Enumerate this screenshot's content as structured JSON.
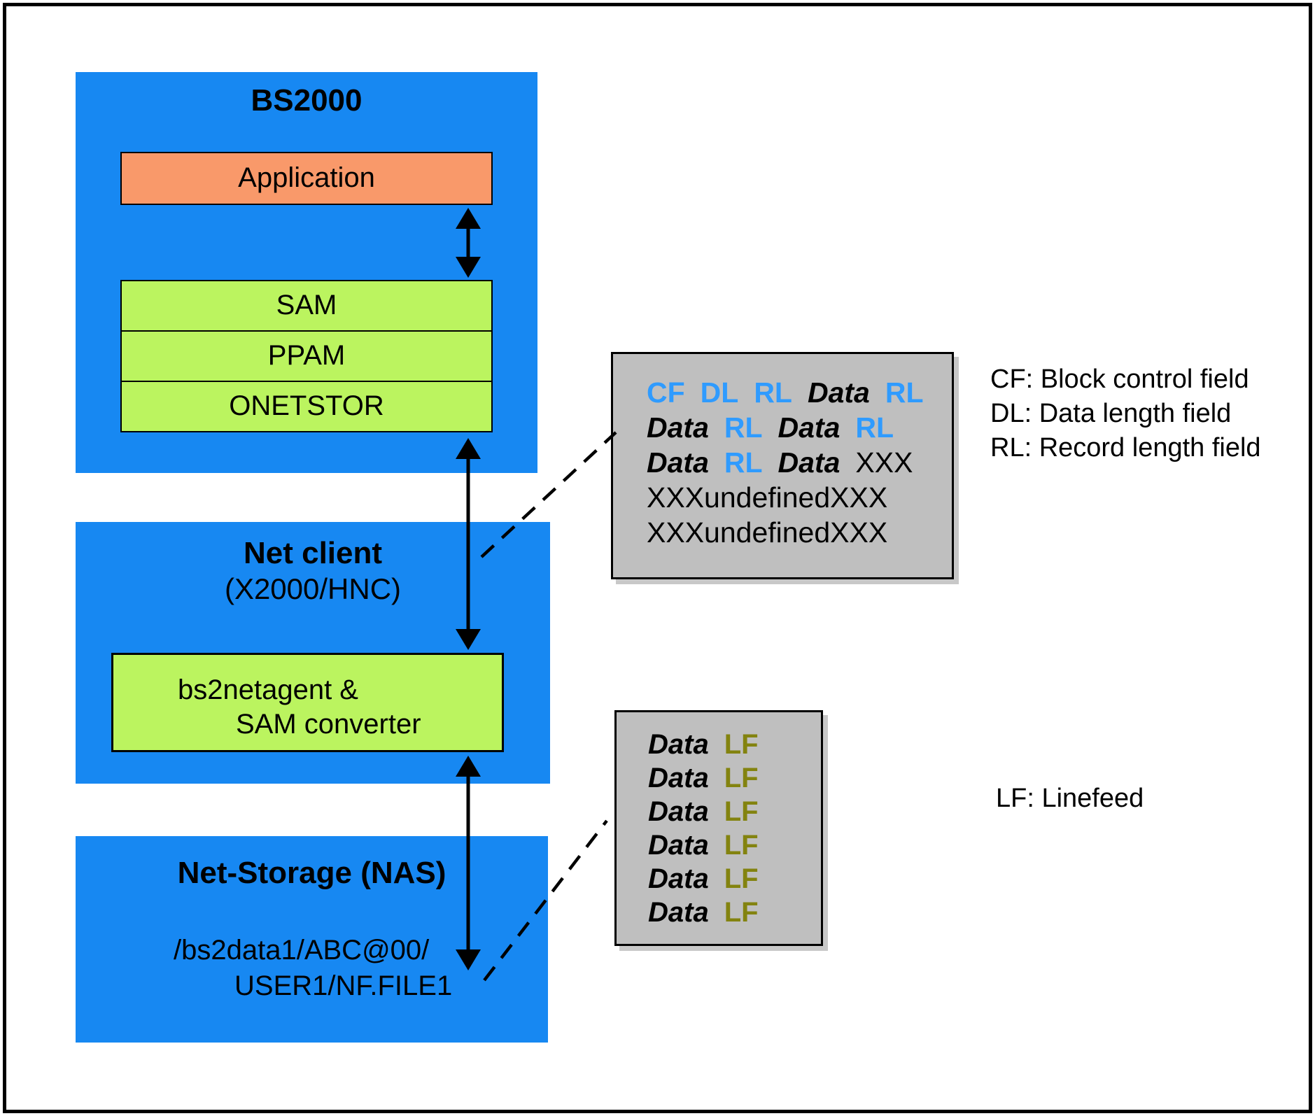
{
  "colors": {
    "box_blue": "#1788F2",
    "box_orange": "#F9996A",
    "box_green": "#BBF45F",
    "box_gray": "#BFBFBF",
    "token_blue": "#2F9BFF",
    "token_olive": "#83830F",
    "connector_black": "#000000"
  },
  "bs2000": {
    "title": "BS2000",
    "application_label": "Application",
    "layers": [
      "SAM",
      "PPAM",
      "ONETSTOR"
    ]
  },
  "net_client": {
    "title": "Net client",
    "subtitle": "(X2000/HNC)",
    "agent_line1": "bs2netagent &",
    "agent_line2": "SAM converter"
  },
  "net_storage": {
    "title": "Net-Storage (NAS)",
    "path_line1": "/bs2data1/ABC@00/",
    "path_line2": "USER1/NF.FILE1"
  },
  "record_format_box": {
    "lines": [
      [
        {
          "t": "CF",
          "c": "blue"
        },
        {
          "t": "DL",
          "c": "blue"
        },
        {
          "t": "RL",
          "c": "blue"
        },
        {
          "t": "Data",
          "c": "data"
        },
        {
          "t": "RL",
          "c": "blue"
        }
      ],
      [
        {
          "t": "Data",
          "c": "data"
        },
        {
          "t": "RL",
          "c": "blue"
        },
        {
          "t": "Data",
          "c": "data"
        },
        {
          "t": "RL",
          "c": "blue"
        }
      ],
      [
        {
          "t": "Data",
          "c": "data"
        },
        {
          "t": "RL",
          "c": "blue"
        },
        {
          "t": "Data",
          "c": "data"
        },
        {
          "t": "XXX",
          "c": "plain"
        }
      ],
      [
        {
          "t": "XXXundefinedXXX",
          "c": "plain"
        }
      ],
      [
        {
          "t": "XXXundefinedXXX",
          "c": "plain"
        }
      ]
    ]
  },
  "linefeed_box": {
    "lines": [
      [
        {
          "t": "Data",
          "c": "data"
        },
        {
          "t": "LF",
          "c": "olive"
        }
      ],
      [
        {
          "t": "Data",
          "c": "data"
        },
        {
          "t": "LF",
          "c": "olive"
        }
      ],
      [
        {
          "t": "Data",
          "c": "data"
        },
        {
          "t": "LF",
          "c": "olive"
        }
      ],
      [
        {
          "t": "Data",
          "c": "data"
        },
        {
          "t": "LF",
          "c": "olive"
        }
      ],
      [
        {
          "t": "Data",
          "c": "data"
        },
        {
          "t": "LF",
          "c": "olive"
        }
      ],
      [
        {
          "t": "Data",
          "c": "data"
        },
        {
          "t": "LF",
          "c": "olive"
        }
      ]
    ]
  },
  "legend_record": [
    "CF: Block control field",
    "DL: Data length field",
    "RL: Record length field"
  ],
  "legend_linefeed": "LF: Linefeed"
}
